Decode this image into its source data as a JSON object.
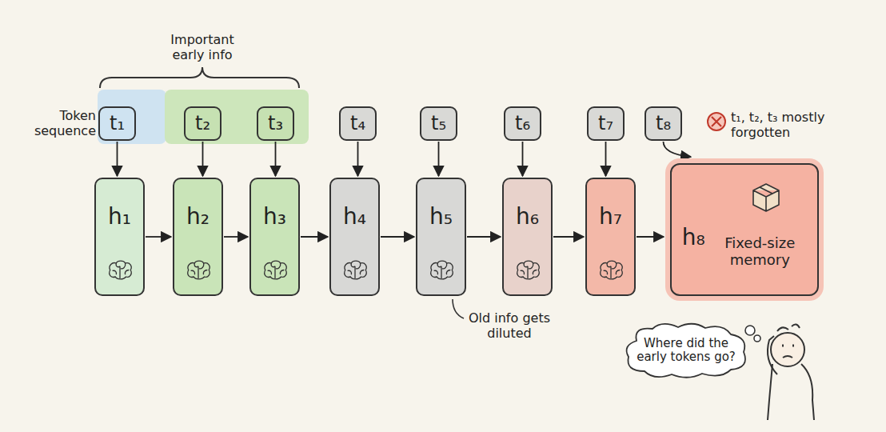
{
  "diagram": {
    "nodes": [
      {
        "text": [
          "t₁"
        ]
      },
      {
        "text": [
          "t₂"
        ]
      },
      {
        "text": [
          "t₃"
        ]
      },
      {
        "text": [
          "t₄"
        ]
      },
      {
        "text": [
          "t₅"
        ]
      },
      {
        "text": [
          "t₆"
        ]
      },
      {
        "text": [
          "t₇"
        ]
      },
      {
        "text": [
          "t₈"
        ]
      },
      {
        "text": [
          "h₁"
        ]
      },
      {
        "text": [
          "h₂"
        ]
      },
      {
        "text": [
          "h₃"
        ]
      },
      {
        "text": [
          "h₄"
        ]
      },
      {
        "text": [
          "h₅"
        ]
      },
      {
        "text": [
          "h₆"
        ]
      },
      {
        "text": [
          "h₇"
        ]
      },
      {
        "text": [
          "h₈",
          "Fixed-size memory"
        ]
      },
      {
        "text": [
          "Where did the early tokens go?"
        ]
      }
    ],
    "edges": [
      {
        "from": 0,
        "to": 8,
        "arrow": "to"
      },
      {
        "from": 1,
        "to": 9,
        "arrow": "to"
      },
      {
        "from": 2,
        "to": 10,
        "arrow": "to"
      },
      {
        "from": 3,
        "to": 11,
        "arrow": "to"
      },
      {
        "from": 4,
        "to": 12,
        "arrow": "to"
      },
      {
        "from": 5,
        "to": 13,
        "arrow": "to"
      },
      {
        "from": 6,
        "to": 14,
        "arrow": "to"
      },
      {
        "from": 7,
        "to": 15,
        "arrow": "to"
      },
      {
        "from": 8,
        "to": 9,
        "arrow": "to"
      },
      {
        "from": 9,
        "to": 10,
        "arrow": "to"
      },
      {
        "from": 10,
        "to": 11,
        "arrow": "to"
      },
      {
        "from": 11,
        "to": 12,
        "arrow": "to"
      },
      {
        "from": 12,
        "to": 13,
        "arrow": "to"
      },
      {
        "from": 13,
        "to": 14,
        "arrow": "to"
      },
      {
        "from": 14,
        "to": 15,
        "arrow": "to"
      }
    ],
    "labels": [
      "Important early info",
      "Token sequence",
      "t₁, t₂, t₃ mostly forgotten",
      "Old info gets diluted"
    ]
  }
}
